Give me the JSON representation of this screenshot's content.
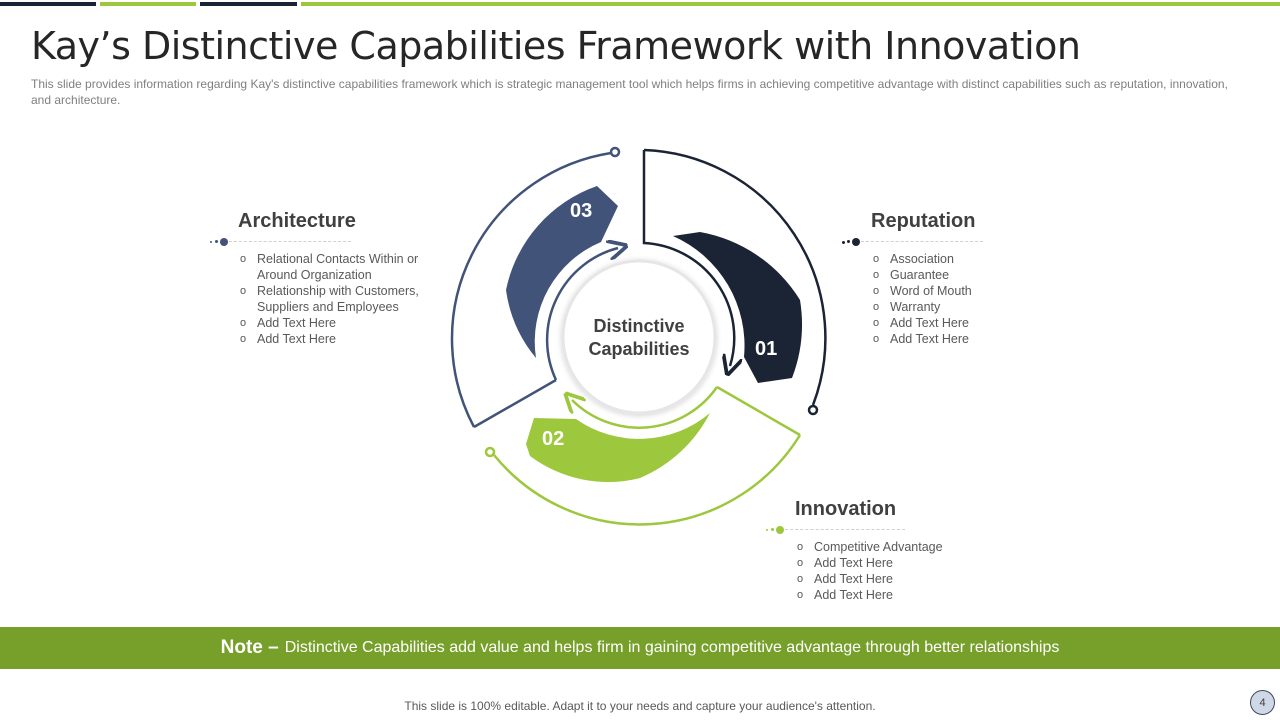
{
  "header": {
    "title": "Kay’s Distinctive Capabilities Framework with Innovation",
    "subtitle": "This slide provides information regarding Kay's distinctive capabilities framework which is strategic management tool which helps firms in achieving competitive advantage with distinct capabilities such as reputation, innovation, and architecture."
  },
  "colors": {
    "navy": "#1b2435",
    "slate": "#415378",
    "green": "#9dc73c",
    "note_green": "#77a02b"
  },
  "diagram": {
    "center_label_line1": "Distinctive",
    "center_label_line2": "Capabilities",
    "segments": [
      {
        "number": "01",
        "color": "#1b2435"
      },
      {
        "number": "02",
        "color": "#9dc73c"
      },
      {
        "number": "03",
        "color": "#415378"
      }
    ]
  },
  "blocks": {
    "architecture": {
      "title": "Architecture",
      "items": [
        "Relational Contacts Within or Around Organization",
        "Relationship with Customers, Suppliers and Employees",
        "Add Text Here",
        "Add Text Here"
      ]
    },
    "reputation": {
      "title": "Reputation",
      "items": [
        "Association",
        "Guarantee",
        "Word of Mouth",
        "Warranty",
        "Add Text Here",
        "Add Text Here"
      ]
    },
    "innovation": {
      "title": "Innovation",
      "items": [
        "Competitive Advantage",
        "Add Text Here",
        "Add Text Here",
        "Add Text Here"
      ]
    }
  },
  "note": {
    "label": "Note –",
    "text": "Distinctive Capabilities add value and helps firm in gaining competitive advantage through better relationships"
  },
  "footer": {
    "text": "This slide is 100% editable. Adapt it to your needs and capture your audience's attention.",
    "page_number": "4"
  }
}
